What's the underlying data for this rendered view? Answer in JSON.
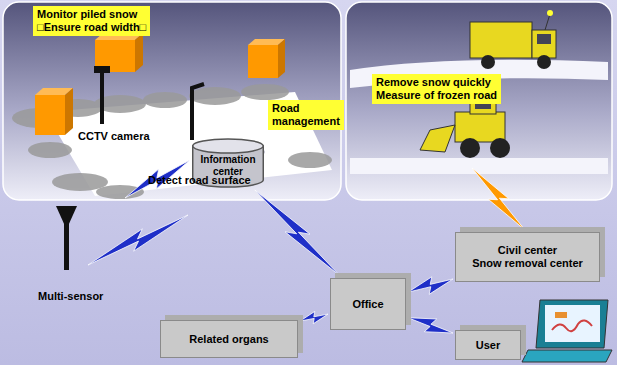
{
  "diagram": {
    "nodes": [
      {
        "text": [
          "Monitor piled snow",
          "□Ensure road width□"
        ]
      },
      {
        "text": [
          "Road management"
        ]
      },
      {
        "text": [
          "Remove snow quickly",
          "Measure of frozen road"
        ]
      },
      {
        "text": [
          "Information center"
        ]
      },
      {
        "text": [
          "Office"
        ]
      },
      {
        "text": [
          "Civil center",
          "Snow removal center"
        ]
      },
      {
        "text": [
          "Related organs"
        ]
      },
      {
        "text": [
          "User"
        ]
      }
    ],
    "edges": [
      {
        "from": 3,
        "to": 4,
        "arrow": "none"
      },
      {
        "from": 4,
        "to": 6,
        "arrow": "none"
      },
      {
        "from": 4,
        "to": 7,
        "arrow": "none"
      },
      {
        "from": 5,
        "to": 4,
        "arrow": "none"
      }
    ],
    "labels": [
      "CCTV camera",
      "Detect road surface",
      "Multi-sensor"
    ]
  }
}
